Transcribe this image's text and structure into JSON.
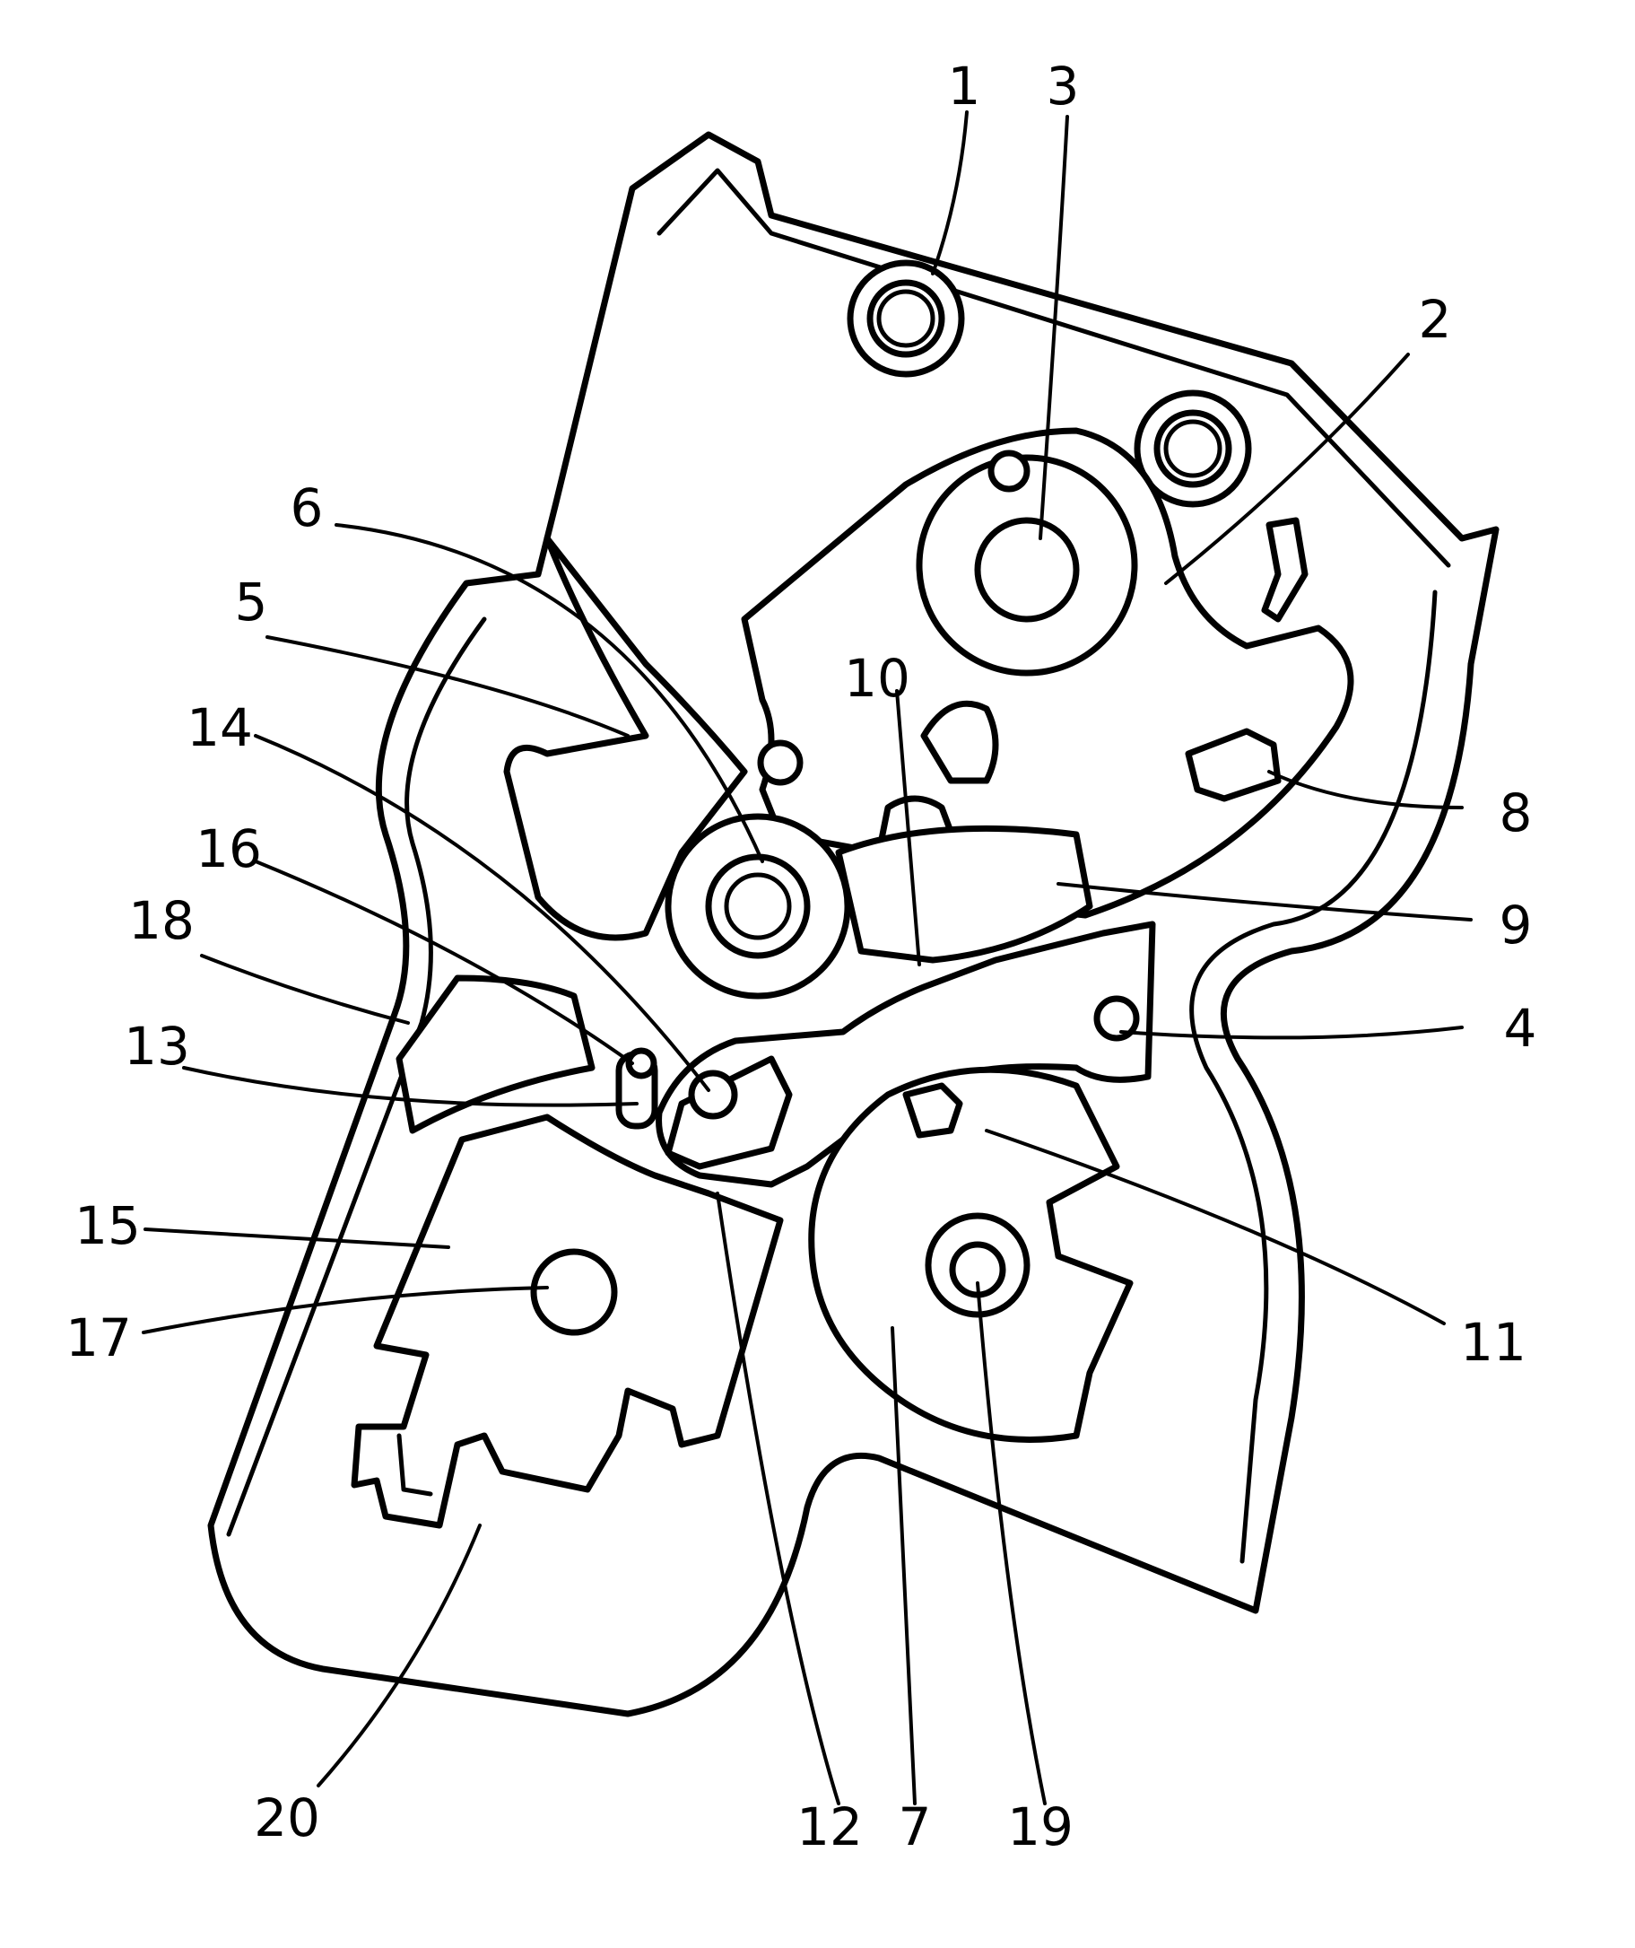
{
  "figure": {
    "reference_numerals": [
      "1",
      "2",
      "3",
      "4",
      "5",
      "6",
      "7",
      "8",
      "9",
      "10",
      "11",
      "12",
      "13",
      "14",
      "15",
      "16",
      "17",
      "18",
      "19",
      "20"
    ]
  }
}
